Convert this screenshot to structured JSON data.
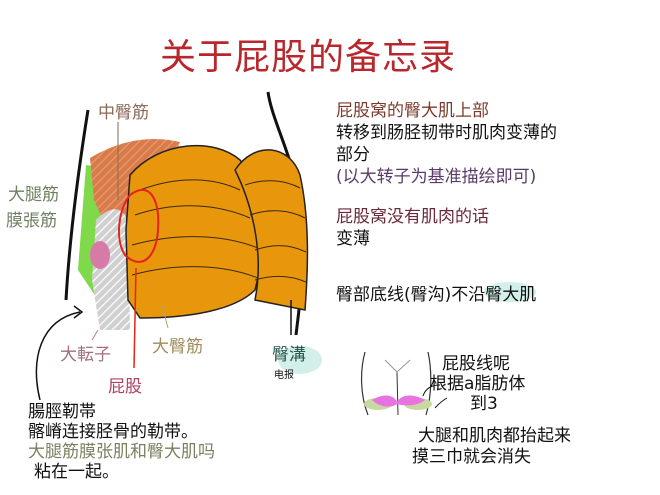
{
  "title": "关于屁股的备忘录",
  "colors": {
    "title": "#b8272c",
    "gluteus_maximus": "#e8960c",
    "gluteus_medius": "#d97c4a",
    "tfl": "#7fd94a",
    "trochanter": "#d87aa8",
    "buttock_line": "#e5231c",
    "fat_pad": "#e773e0"
  },
  "notes": {
    "upper": {
      "heading": "屁股窝的臀大肌上部",
      "line1": "转移到肠胫韧带时肌肉变薄的",
      "line2": "部分",
      "line3": "(以大转子为基准描绘即可)"
    },
    "hollow": {
      "heading": "屁股窝没有肌肉的话",
      "line1": "变薄"
    },
    "bottom_line": "臀部底线(臀沟)不沿臀大肌"
  },
  "labels": {
    "gluteus_medius": "中臀筋",
    "tfl_line1": "大腿筋",
    "tfl_line2": "膜張筋",
    "greater_trochanter": "大転子",
    "gluteus_maximus": "大臀筋",
    "buttock": "屁股",
    "gluteal_fold": "臀溝",
    "gluteal_fold_sub": "电报"
  },
  "it_band": {
    "heading": "腸脛靭帯",
    "line1": "髂嵴连接胫骨的勒带。",
    "line2": "大腿筋膜张肌和臀大肌吗",
    "line3": "粘在一起。"
  },
  "fat_note": {
    "line1": "屁股线呢",
    "line2": "根据a脂肪体",
    "line3": "到3",
    "line4": "大腿和肌肉都抬起来",
    "line5": "摸三巾就会消失"
  }
}
